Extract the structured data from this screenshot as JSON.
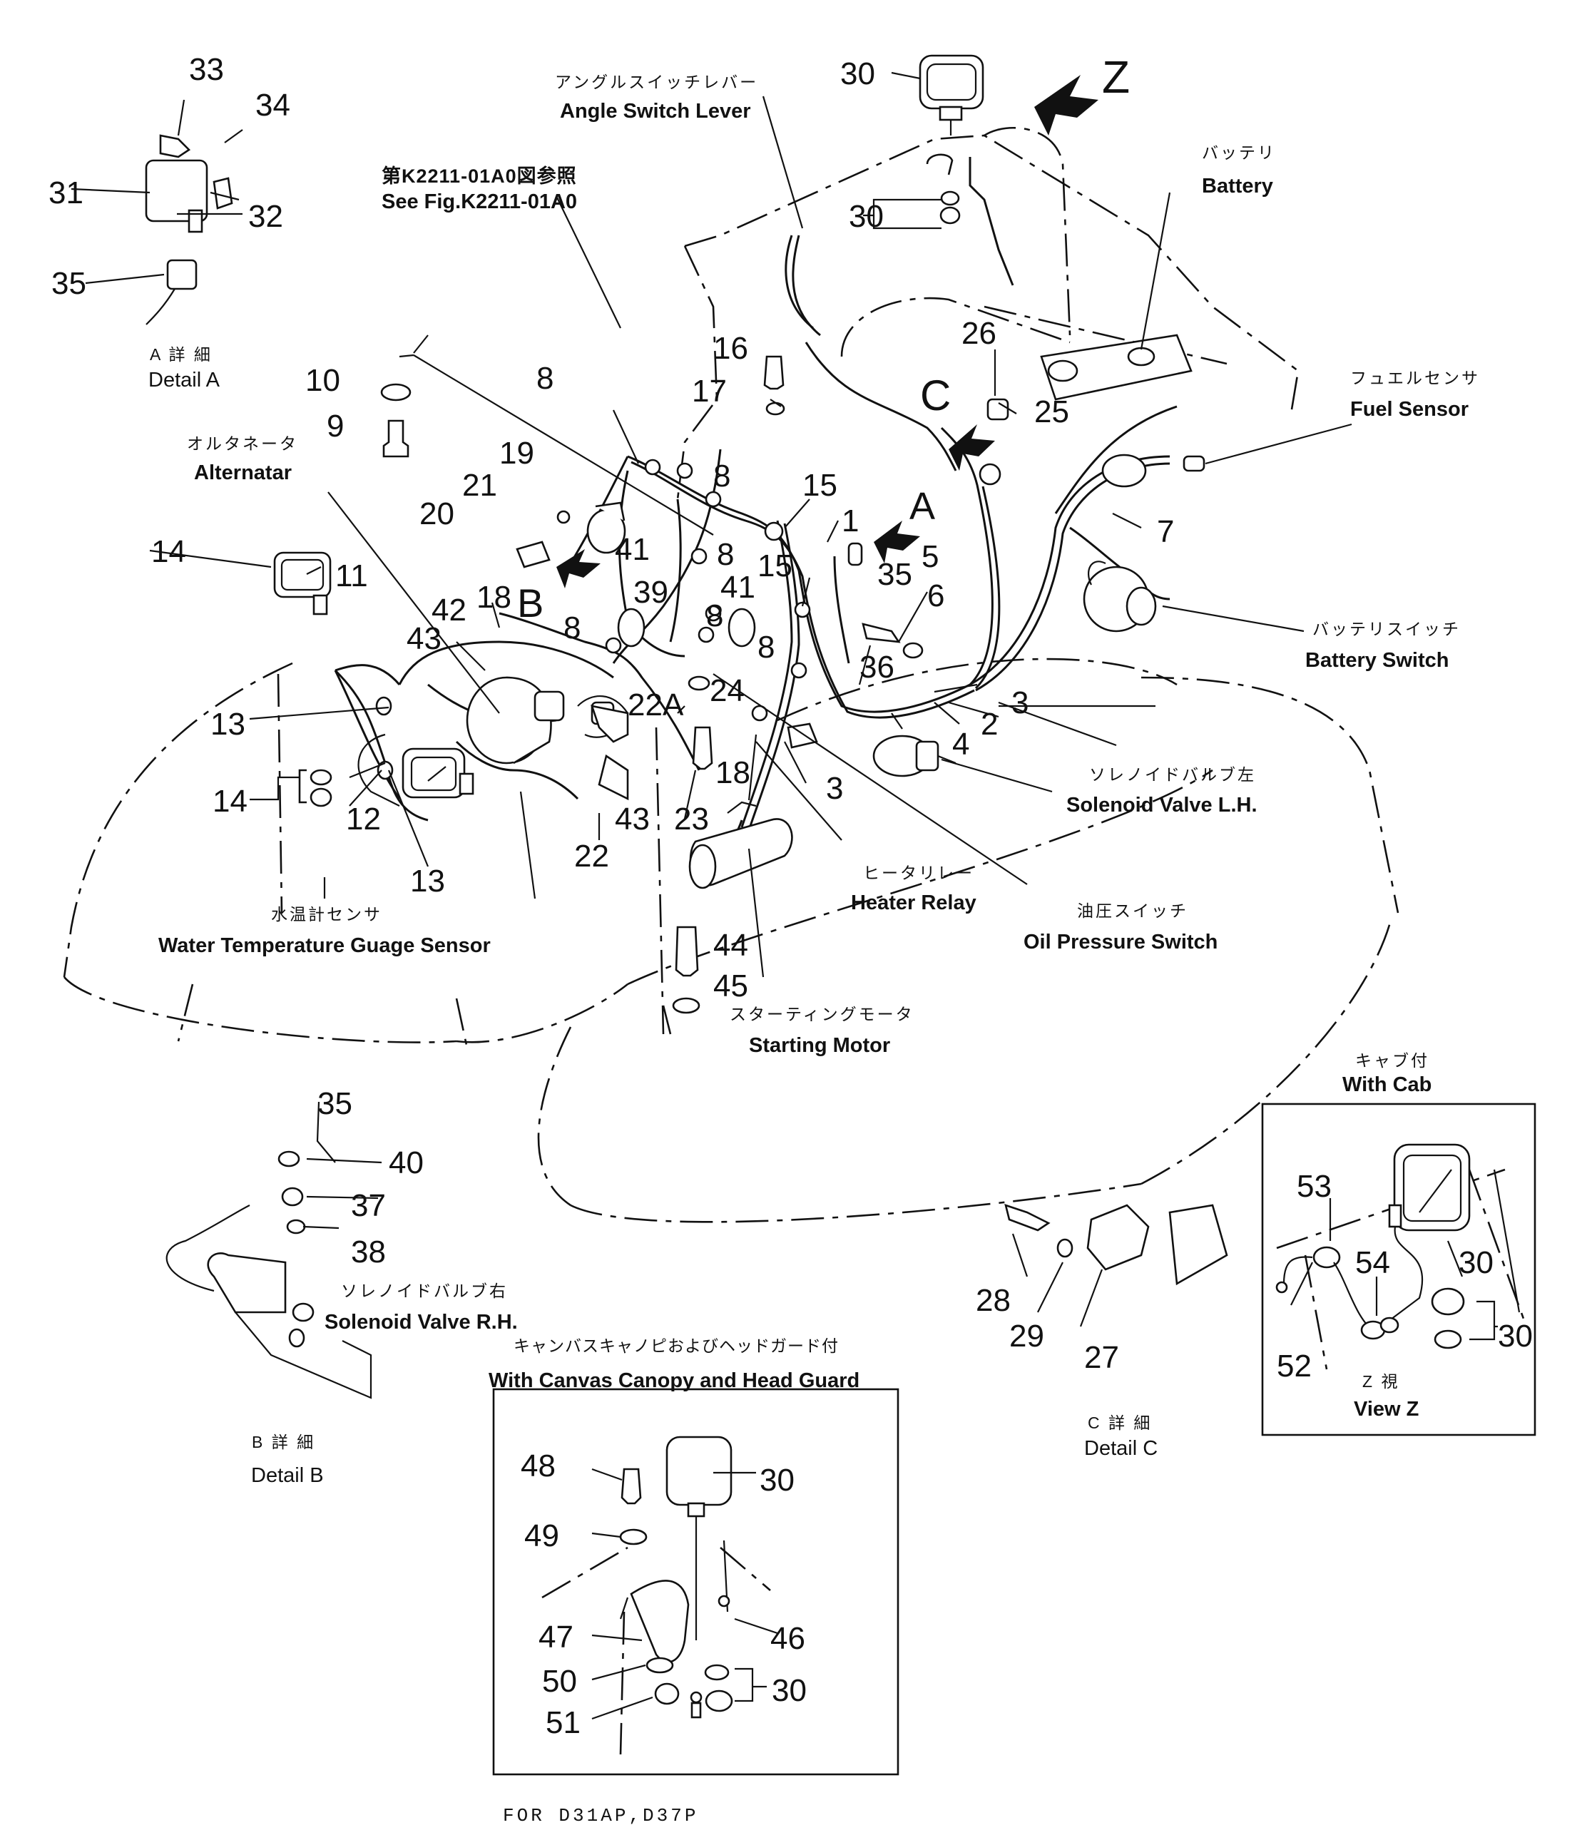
{
  "title_ref": {
    "jp": "第K2211-01A0図参照",
    "en": "See Fig.K2211-01A0"
  },
  "view_letters": {
    "z": "Z",
    "a": "A",
    "b": "B",
    "c": "C"
  },
  "labels": {
    "angle_switch": {
      "jp": "アングルスイッチレバー",
      "en": "Angle Switch Lever"
    },
    "battery": {
      "jp": "バッテリ",
      "en": "Battery"
    },
    "fuel_sensor": {
      "jp": "フュエルセンサ",
      "en": "Fuel Sensor"
    },
    "alternator": {
      "jp": "オルタネータ",
      "en": "Alternatar"
    },
    "battery_switch": {
      "jp": "バッテリスイッチ",
      "en": "Battery Switch"
    },
    "solenoid_lh": {
      "jp": "ソレノイドバルブ左",
      "en": "Solenoid Valve L.H."
    },
    "heater_relay": {
      "jp": "ヒータリレー",
      "en": "Heater Relay"
    },
    "oil_pressure": {
      "jp": "油圧スイッチ",
      "en": "Oil Pressure Switch"
    },
    "water_temp": {
      "jp": "水温計センサ",
      "en": "Water Temperature Guage Sensor"
    },
    "starting_motor": {
      "jp": "スターティングモータ",
      "en": "Starting Motor"
    },
    "solenoid_rh": {
      "jp": "ソレノイドバルブ右",
      "en": "Solenoid Valve R.H."
    }
  },
  "details": {
    "a": {
      "jp": "A 詳 細",
      "en": "Detail A"
    },
    "b": {
      "jp": "B 詳 細",
      "en": "Detail B"
    },
    "c": {
      "jp": "C 詳 細",
      "en": "Detail C"
    },
    "z": {
      "jp": "Z 視",
      "en": "View Z"
    },
    "cab": {
      "jp": "キャブ付",
      "en": "With Cab"
    },
    "canopy": {
      "jp": "キャンバスキャノピおよびヘッドガード付",
      "en": "With Canvas Canopy and Head Guard"
    }
  },
  "footer": "FOR D31AP,D37P",
  "part_numbers": {
    "p1": "1",
    "p2": "2",
    "p3": "3",
    "p4": "4",
    "p5": "5",
    "p6": "6",
    "p7": "7",
    "p8": "8",
    "p9": "9",
    "p10": "10",
    "p11": "11",
    "p12": "12",
    "p13": "13",
    "p14": "14",
    "p15": "15",
    "p16": "16",
    "p17": "17",
    "p18": "18",
    "p19": "19",
    "p20": "20",
    "p21": "21",
    "p22": "22",
    "p22a": "22A",
    "p23": "23",
    "p24": "24",
    "p25": "25",
    "p26": "26",
    "p27": "27",
    "p28": "28",
    "p29": "29",
    "p30": "30",
    "p31": "31",
    "p32": "32",
    "p33": "33",
    "p34": "34",
    "p35": "35",
    "p36": "36",
    "p37": "37",
    "p38": "38",
    "p39": "39",
    "p40": "40",
    "p41": "41",
    "p42": "42",
    "p43": "43",
    "p44": "44",
    "p45": "45",
    "p46": "46",
    "p47": "47",
    "p48": "48",
    "p49": "49",
    "p50": "50",
    "p51": "51",
    "p52": "52",
    "p53": "53",
    "p54": "54"
  }
}
